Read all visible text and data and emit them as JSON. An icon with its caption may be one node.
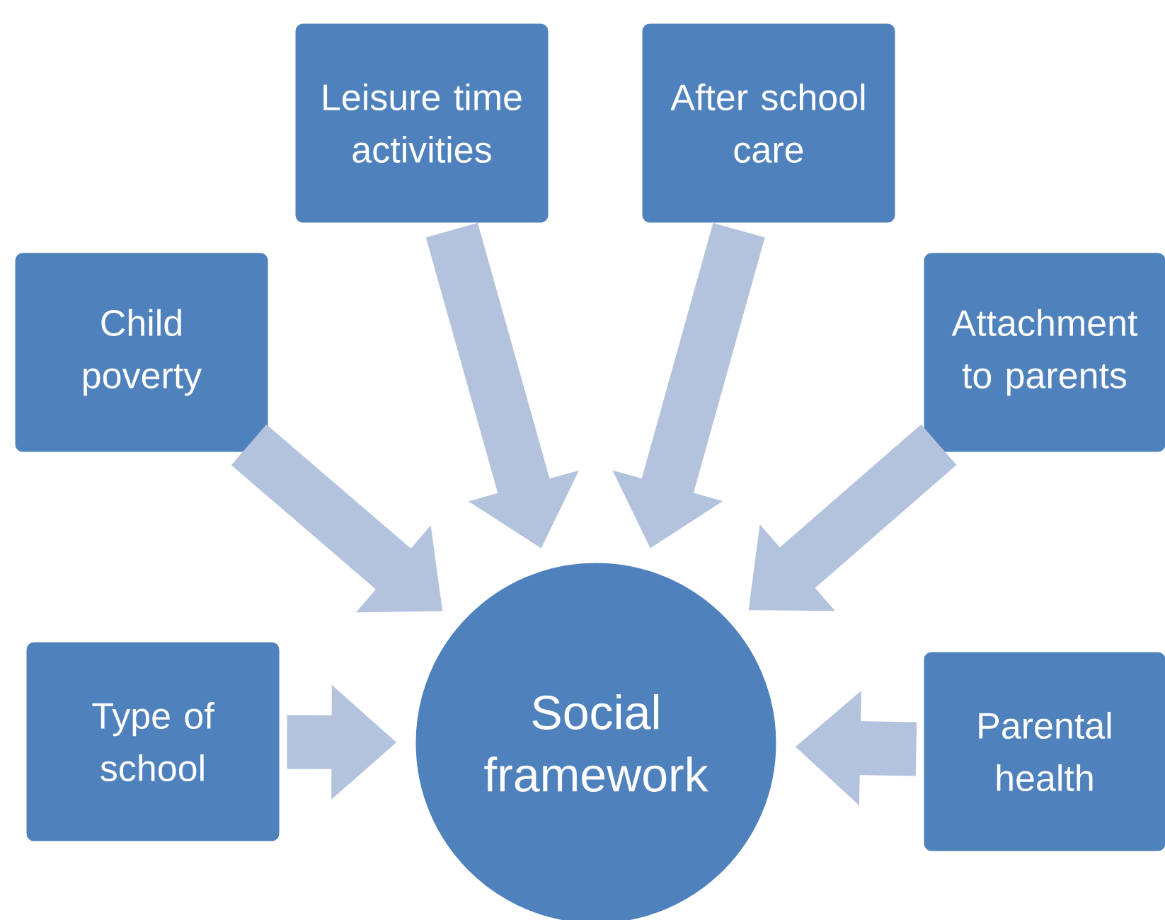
{
  "diagram": {
    "nodes": [
      {
        "text": [
          "Leisure time activities"
        ]
      },
      {
        "text": [
          "After school care"
        ]
      },
      {
        "text": [
          "Child poverty"
        ]
      },
      {
        "text": [
          "Attachment to parents"
        ]
      },
      {
        "text": [
          "Type of school"
        ]
      },
      {
        "text": [
          "Social framework"
        ]
      },
      {
        "text": [
          "Parental health"
        ]
      }
    ],
    "edges": [
      {
        "from": 0,
        "to": 5,
        "arrow": "to"
      },
      {
        "from": 1,
        "to": 5,
        "arrow": "to"
      },
      {
        "from": 2,
        "to": 5,
        "arrow": "to"
      },
      {
        "from": 3,
        "to": 5,
        "arrow": "to"
      },
      {
        "from": 4,
        "to": 5,
        "arrow": "to"
      },
      {
        "from": 6,
        "to": 5,
        "arrow": "to"
      }
    ]
  }
}
